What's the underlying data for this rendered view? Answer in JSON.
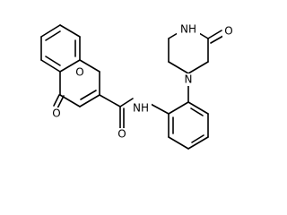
{
  "molecule": {
    "atoms": {
      "o_ring": "O",
      "o_ketone_chromone": "O",
      "nh_amide": "NH",
      "o_amide": "O",
      "nh_piperazine": "NH",
      "o_piperazinone": "O",
      "n_piperazine": "N"
    }
  }
}
